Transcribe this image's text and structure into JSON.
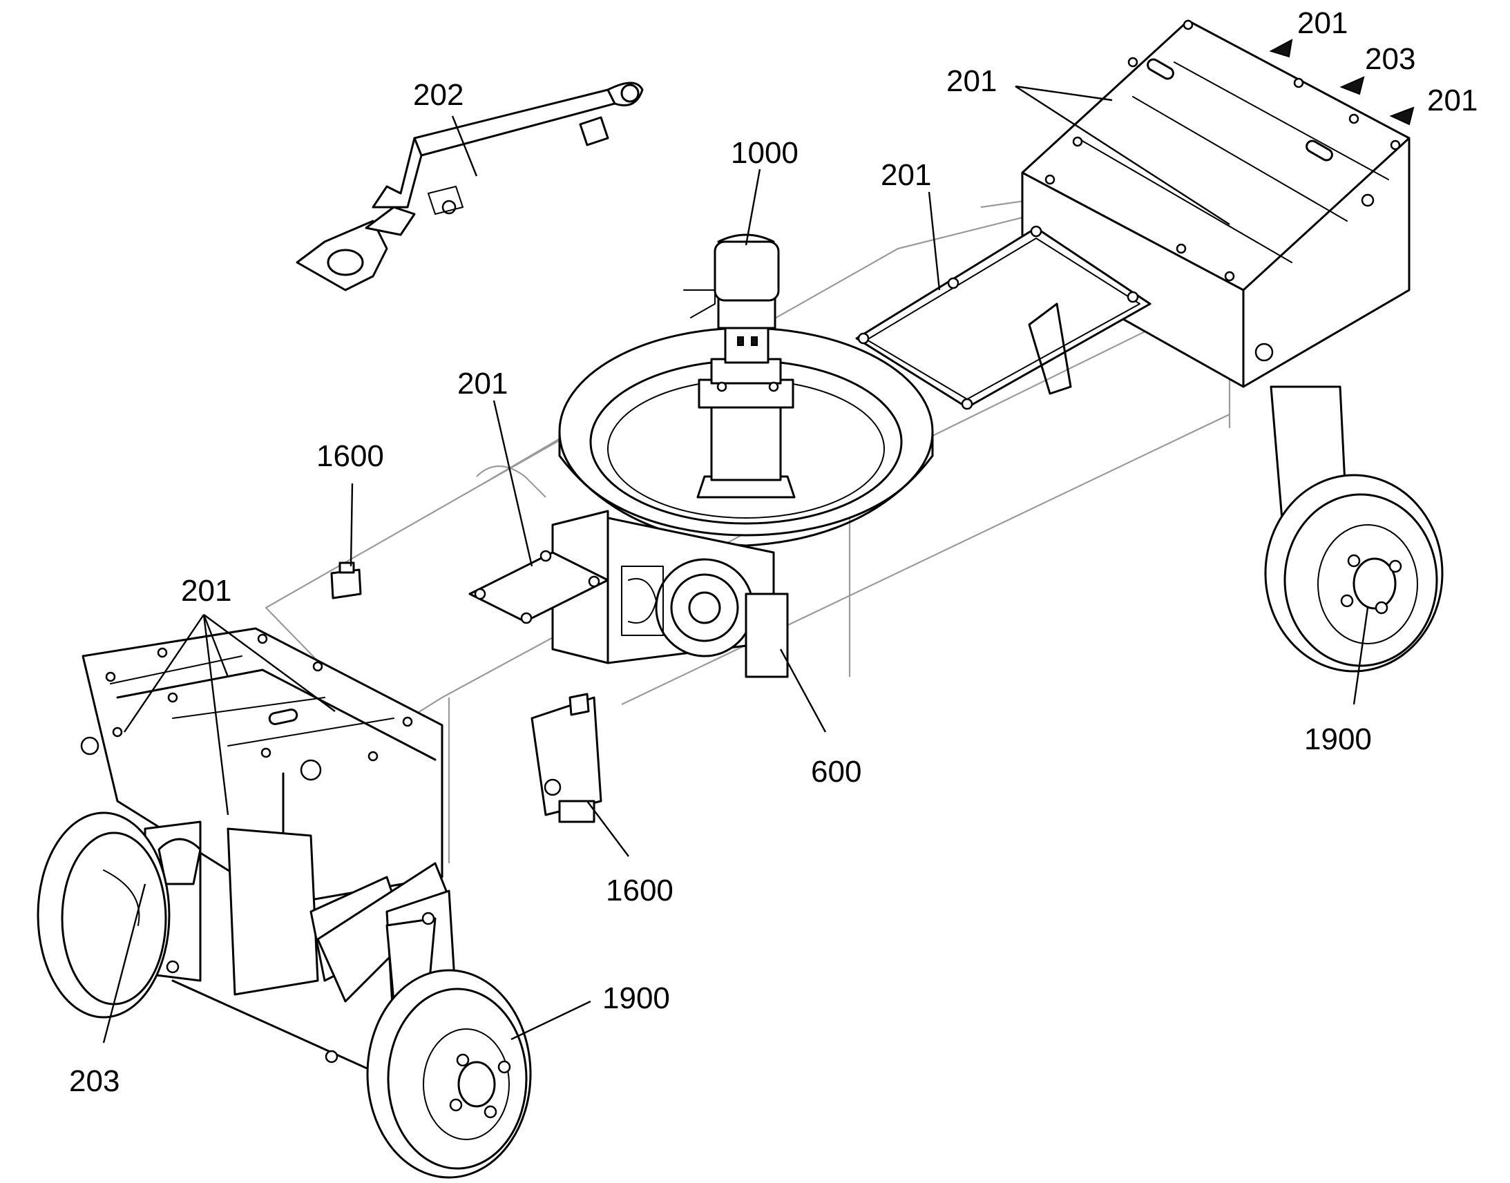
{
  "labels": {
    "l202": "202",
    "l1000": "1000",
    "l201_top_a": "201",
    "l203_top": "203",
    "l201_top_b": "201",
    "l201_upper": "201",
    "l201_plate": "201",
    "l201_mid": "201",
    "l1600_left": "1600",
    "l201_front": "201",
    "l1900_right": "1900",
    "l600": "600",
    "l1600_front": "1600",
    "l1900_front": "1900",
    "l203_front": "203"
  },
  "colors": {
    "line": "#000000",
    "frame_line": "#9a9a9a",
    "background": "#ffffff"
  }
}
